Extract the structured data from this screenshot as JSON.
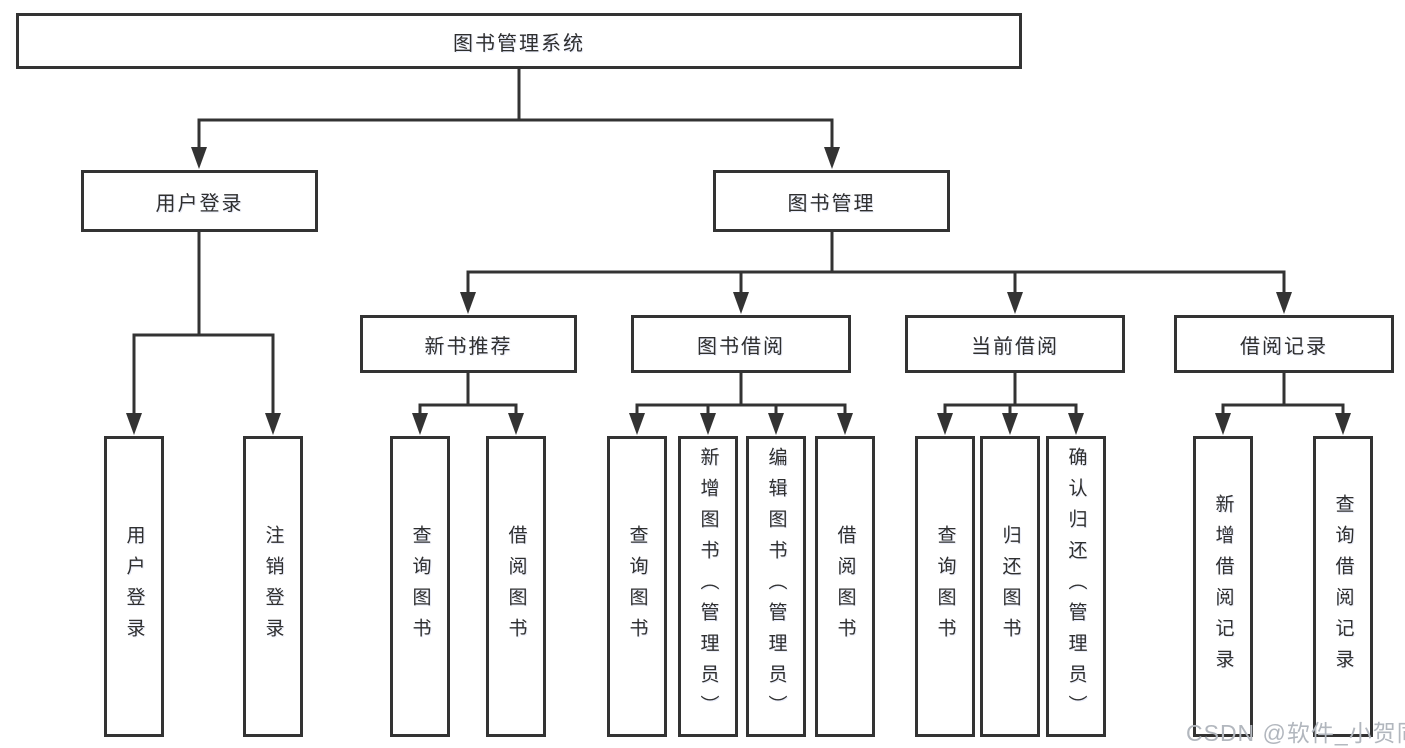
{
  "diagram": {
    "root": {
      "label": "图书管理系统"
    },
    "branches": [
      {
        "label": "用户登录",
        "children": [
          "用户登录",
          "注销登录"
        ]
      },
      {
        "label": "图书管理",
        "children": [
          {
            "label": "新书推荐",
            "children": [
              "查询图书",
              "借阅图书"
            ]
          },
          {
            "label": "图书借阅",
            "children": [
              "查询图书",
              "新增图书（管理员）",
              "编辑图书（管理员）",
              "借阅图书"
            ]
          },
          {
            "label": "当前借阅",
            "children": [
              "查询图书",
              "归还图书",
              "确认归还（管理员）"
            ]
          },
          {
            "label": "借阅记录",
            "children": [
              "新增借阅记录",
              "查询借阅记录"
            ]
          }
        ]
      }
    ]
  },
  "watermark": {
    "text": "CSDN @软件_小贺同学"
  },
  "colors": {
    "line": "#333333",
    "text": "#2f2f2f",
    "watermark": "#b2b7be",
    "background": "#ffffff"
  }
}
